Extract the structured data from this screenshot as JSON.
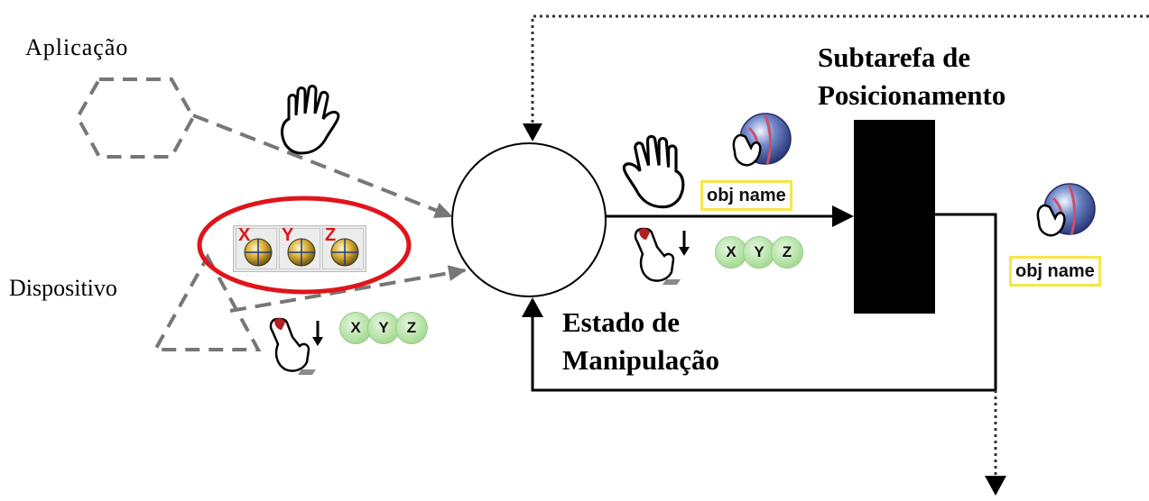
{
  "labels": {
    "application": "Aplicação",
    "device": "Dispositivo",
    "positioning_subtask_line1": "Subtarefa de",
    "positioning_subtask_line2": "Posicionamento",
    "manipulation_state_line1": "Estado de",
    "manipulation_state_line2": "Manipulação"
  },
  "object_labels": [
    "obj  name",
    "obj  name"
  ],
  "axes": {
    "toolbar": [
      "X",
      "Y",
      "Z"
    ],
    "device_group": [
      "X",
      "Y",
      "Z"
    ],
    "output_group": [
      "X",
      "Y",
      "Z"
    ]
  },
  "icons": {
    "hand": "open-hand-icon",
    "grab": "grab-globe-icon",
    "press": "finger-press-icon",
    "axis_globe": "axis-globe-icon"
  },
  "colors": {
    "dashed_line": "#777777",
    "arrow": "#000000",
    "highlight_ellipse": "#e0141a",
    "object_label_border": "#f5e74a",
    "axis_ball": "#b4e2a4"
  }
}
